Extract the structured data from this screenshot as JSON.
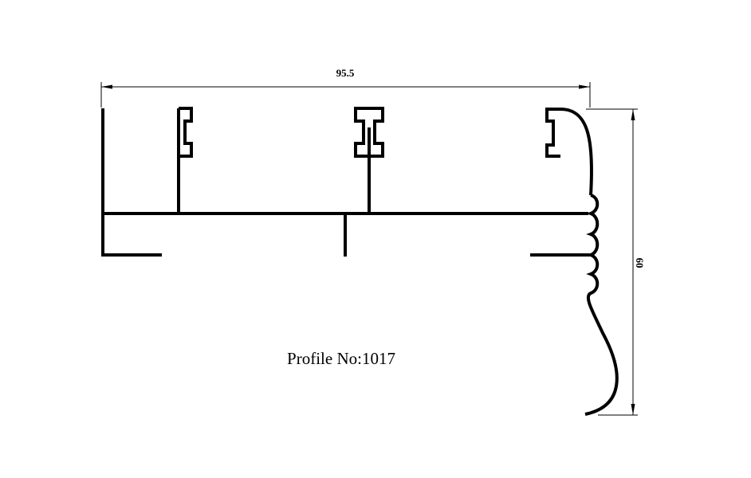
{
  "drawing": {
    "width_dimension": "95.5",
    "height_dimension": "60",
    "caption": "Profile No:1017"
  },
  "colors": {
    "line": "#000000",
    "background": "#ffffff"
  }
}
